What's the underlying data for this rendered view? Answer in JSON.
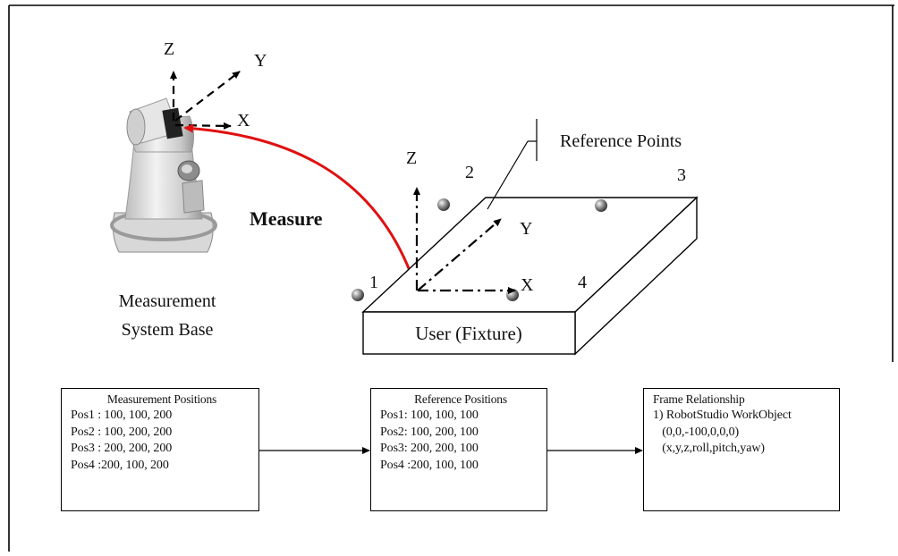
{
  "labels": {
    "reference_points": "Reference Points",
    "measure": "Measure",
    "measurement_system_base_line1": "Measurement",
    "measurement_system_base_line2": "System Base",
    "user_fixture": "User (Fixture)",
    "robot_axis_z": "Z",
    "robot_axis_y": "Y",
    "robot_axis_x": "X",
    "fixture_axis_z": "Z",
    "fixture_axis_y": "Y",
    "fixture_axis_x": "X",
    "point_1": "1",
    "point_2": "2",
    "point_3": "3",
    "point_4": "4"
  },
  "boxes": {
    "measurement_positions": {
      "title": "Measurement Positions",
      "lines": [
        "Pos1 : 100, 100, 200",
        "Pos2 : 100, 200, 200",
        "Pos3 : 200, 200, 200",
        "Pos4 :200, 100, 200"
      ]
    },
    "reference_positions": {
      "title": "Reference Positions",
      "lines": [
        "Pos1: 100, 100, 100",
        "Pos2: 100, 200, 100",
        "Pos3: 200, 200, 100",
        "Pos4 :200, 100, 100"
      ]
    },
    "frame_relationship": {
      "title": "Frame Relationship",
      "lines": [
        "1) RobotStudio WorkObject",
        "   (0,0,-100,0,0,0)",
        "   (x,y,z,roll,pitch,yaw)"
      ]
    }
  },
  "colors": {
    "measure_arrow": "#e01010",
    "line": "#000000"
  }
}
